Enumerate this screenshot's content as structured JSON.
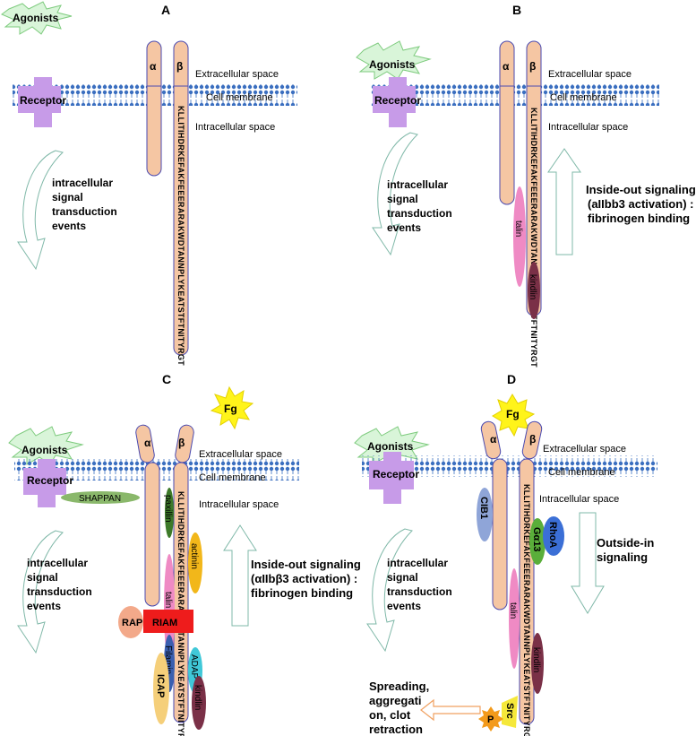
{
  "panels": [
    {
      "id": "A",
      "label": "A"
    },
    {
      "id": "B",
      "label": "B"
    },
    {
      "id": "C",
      "label": "C"
    },
    {
      "id": "D",
      "label": "D"
    }
  ],
  "common": {
    "agonists": "Agonists",
    "receptor": "Receptor",
    "alpha": "α",
    "beta": "β",
    "extracellular": "Extracellular space",
    "membrane": "Cell membrane",
    "intracellular": "Intracellular space",
    "signal_lines": [
      "intracellular",
      "signal",
      "transduction",
      "events"
    ],
    "sequence": "KLLITIHDRKEFAKFEEERARAKWDTANNPLYKEATSTFTNITYRGT",
    "fg": "Fg"
  },
  "panel_b": {
    "signaling_lines": [
      "Inside-out signaling",
      "(aIIbb3 activation) :",
      "fibrinogen binding"
    ],
    "proteins": {
      "talin": "talin",
      "kindlin": "kindlin"
    }
  },
  "panel_c": {
    "signaling_lines": [
      "Inside-out signaling",
      "(αIIbβ3 activation) :",
      "fibrinogen binding"
    ],
    "proteins": {
      "shappan": "SHAPPAN",
      "paxillin": "paxillin",
      "actinin": "actinin",
      "talin": "talin",
      "rap": "RAP",
      "riam": "RIAM",
      "filamin": "Filamin",
      "adap": "ADAP",
      "kindlin": "kindlin",
      "icap": "ICAP"
    }
  },
  "panel_d": {
    "signaling_lines": [
      "Outside-in",
      "signaling"
    ],
    "outcome_lines": [
      "Spreading,",
      "aggregati",
      "on, clot",
      "retraction"
    ],
    "proteins": {
      "cib1": "CIB1",
      "galpha13": "Gα13",
      "rhoa": "RhoA",
      "talin": "talin",
      "kindlin": "kindlin",
      "src": "Src",
      "p": "P"
    }
  },
  "colors": {
    "integrin": "#f5c6a3",
    "integrin_stroke": "#4a4ab0",
    "membrane": "#3b6fc0",
    "agonist": "#d9f5d9",
    "receptor": "#c79be8",
    "talin": "#ef8ac4",
    "kindlin": "#7a3047",
    "paxillin": "#3d7a2a",
    "actinin": "#f2b71a",
    "shappan": "#8ab86b",
    "rap": "#f3a98a",
    "riam": "#ee1c1c",
    "filamin": "#3a5fb0",
    "adap": "#40c8d8",
    "icap": "#f5cf7a",
    "cib1": "#8fa5d8",
    "galpha13": "#5aae3a",
    "rhoa": "#3b6fd6",
    "src": "#f5e83a",
    "p": "#f39a1a",
    "fg": "#fff41a"
  }
}
